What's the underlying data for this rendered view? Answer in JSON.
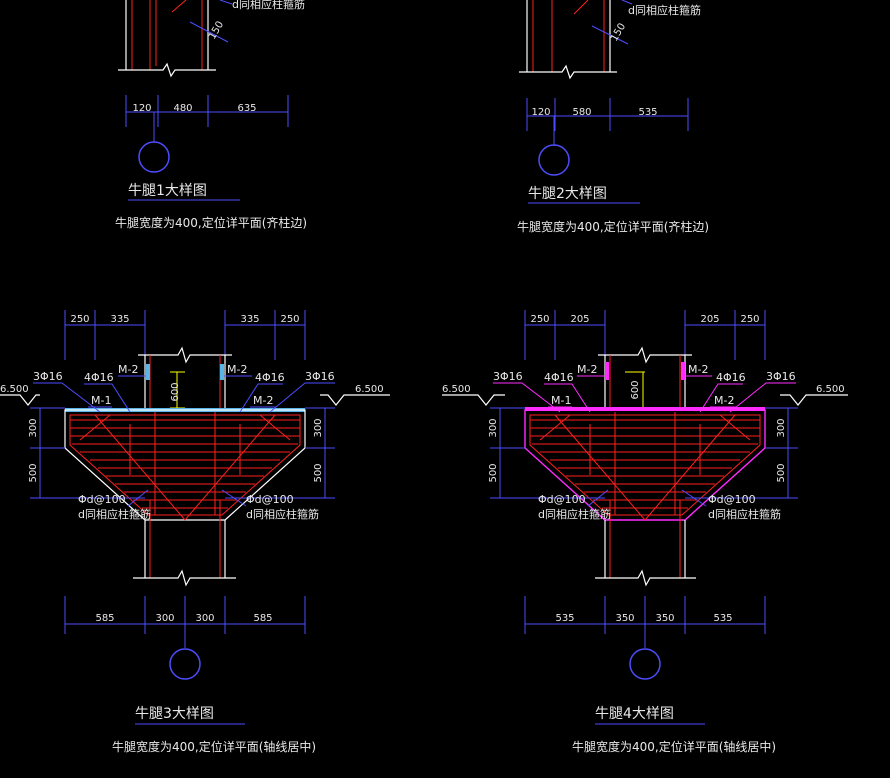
{
  "colors": {
    "background": "#000000",
    "dimension": "#4d4dff",
    "outline": "#ffffff",
    "rebar": "#ff2020",
    "embedded_plate_1": "#5ab4e6",
    "embedded_plate_2": "#ff2cff",
    "level_mark": "#ffff00",
    "text": "#e8e8e8"
  },
  "details": [
    {
      "id": "niutui1",
      "title": "牛腿1大样图",
      "note": "牛腿宽度为400,定位详平面(齐柱边)",
      "dims": [
        "120",
        "480",
        "635"
      ],
      "stirrup_note": "d同相应柱箍筋",
      "stirrup_spacing": "150"
    },
    {
      "id": "niutui2",
      "title": "牛腿2大样图",
      "note": "牛腿宽度为400,定位详平面(齐柱边)",
      "dims": [
        "120",
        "580",
        "535"
      ],
      "stirrup_note": "d同相应柱箍筋",
      "stirrup_spacing": "150"
    },
    {
      "id": "niutui3",
      "title": "牛腿3大样图",
      "note": "牛腿宽度为400,定位详平面(轴线居中)",
      "top_dims_left": [
        "250",
        "335"
      ],
      "top_dims_right": [
        "335",
        "250"
      ],
      "bottom_dims": [
        "585",
        "300",
        "300",
        "585"
      ],
      "side_dims_left": [
        "300",
        "500"
      ],
      "side_dims_right": [
        "300",
        "500"
      ],
      "plate_labels": [
        "M-1",
        "M-2",
        "M-2",
        "M-2"
      ],
      "rebar_left": [
        "3Φ16",
        "4Φ16"
      ],
      "rebar_right": [
        "4Φ16",
        "3Φ16"
      ],
      "level_left": "6.500",
      "level_right": "6.500",
      "column_dim": "600",
      "stirrup_left": [
        "Φd@100",
        "d同相应柱箍筋"
      ],
      "stirrup_right": [
        "Φd@100",
        "d同相应柱箍筋"
      ]
    },
    {
      "id": "niutui4",
      "title": "牛腿4大样图",
      "note": "牛腿宽度为400,定位详平面(轴线居中)",
      "top_dims_left": [
        "250",
        "205"
      ],
      "top_dims_right": [
        "205",
        "250"
      ],
      "bottom_dims": [
        "535",
        "350",
        "350",
        "535"
      ],
      "side_dims_left": [
        "300",
        "500"
      ],
      "side_dims_right": [
        "300",
        "500"
      ],
      "plate_labels": [
        "M-1",
        "M-2",
        "M-2",
        "M-2"
      ],
      "rebar_left": [
        "3Φ16",
        "4Φ16"
      ],
      "rebar_right": [
        "4Φ16",
        "3Φ16"
      ],
      "level_left": "6.500",
      "level_right": "6.500",
      "column_dim": "600",
      "stirrup_left": [
        "Φd@100",
        "d同相应柱箍筋"
      ],
      "stirrup_right": [
        "Φd@100",
        "d同相应柱箍筋"
      ]
    }
  ]
}
